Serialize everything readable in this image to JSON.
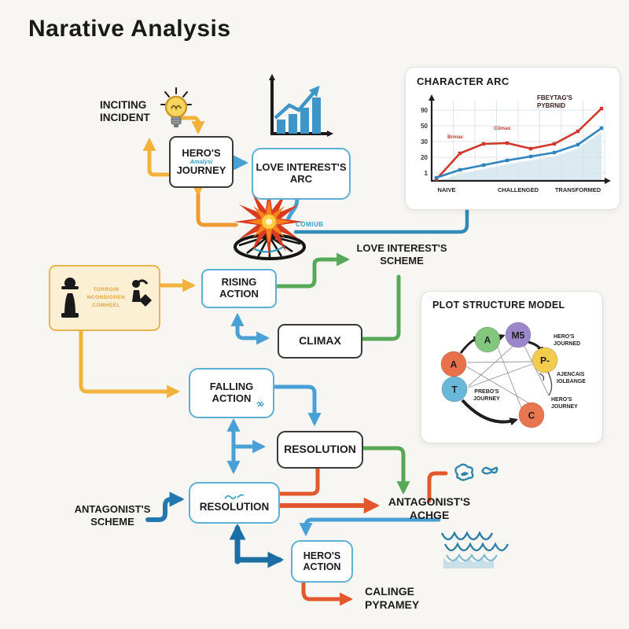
{
  "title": "Narative Analysis",
  "flow": {
    "inciting_incident": "INCITING\nINCIDENT",
    "hero_journey": {
      "top": "HERO'S",
      "scribble": "Amalysi",
      "bottom": "JOURNEY"
    },
    "love_interest_arc": "LOVE INTEREST'S\nARC",
    "rising_action": "RISING\nACTION",
    "climax": "CLIMAX",
    "love_interest_scheme": "LOVE INTEREST'S\nSCHEME",
    "falling_action": "FALLING\nACTION",
    "resolution_upper": "RESOLUTION",
    "resolution_lower": "RESOLUTION",
    "antagonist_scheme": "ANTAGONIST'S\nSCHEME",
    "antagonist_achge": "ANTAGONIST'S\nACHGE",
    "heros_action": "HERO'S\nACTION",
    "calinge_pyramey": "CALINGE\nPYRAMEY",
    "coming_label": "COMIUB",
    "strategy_box_lines": {
      "l1": "TORROIN",
      "l2": "NCONDIGREN",
      "l3": "COMHEEL"
    }
  },
  "panels": {
    "character_arc": {
      "title": "CHARACTER ARC",
      "legend": "FBEYTAG'S\nPYBRNID",
      "annotation_1": "Brmac",
      "annotation_2": "Climax"
    },
    "plot_structure": {
      "title": "PLOT STRUCTURE MODEL",
      "nodes": [
        {
          "label": "A",
          "color": "#82c77d"
        },
        {
          "label": "M5",
          "color": "#9b87c9"
        },
        {
          "label": "A",
          "color": "#e8714b"
        },
        {
          "label": "P-",
          "color": "#f3cc4e"
        },
        {
          "label": "T",
          "color": "#69b8da"
        },
        {
          "label": "C",
          "color": "#e8764f"
        }
      ],
      "label_1": "HERO'S\nJOURNED",
      "label_2": "AJENCAIS\nIOLBANGE",
      "label_3": "HERO'S\nJOURNEY",
      "center_label": "PREBO'S\nJOURNEY"
    }
  },
  "chart_data": {
    "type": "line",
    "title": "CHARACTER ARC",
    "x_ticks": [
      "NAIVE",
      "CHALLENGED",
      "TRANSFORMED"
    ],
    "y_ticks": [
      "90",
      "50",
      "30",
      "20",
      "1"
    ],
    "ylim": [
      0,
      100
    ],
    "grid": true,
    "legend_position": "top-right",
    "series": [
      {
        "name": "FBEYTAG'S PYBRNID",
        "color": "#d0382a",
        "values": [
          2,
          35,
          47,
          48,
          41,
          47,
          63,
          92
        ]
      },
      {
        "name": "",
        "color": "#2e86c1",
        "values": [
          4,
          14,
          20,
          26,
          31,
          36,
          46,
          67
        ]
      }
    ]
  },
  "colors": {
    "yellow": "#f2b33c",
    "orange": "#e2582c",
    "blue": "#49a0d5",
    "dark_blue": "#1c6fa4",
    "mid_blue": "#2279b0",
    "green": "#57a957",
    "teal_line": "#2e8bb5",
    "box_black": "#3a3a3a",
    "box_blue": "#5fb0d5"
  }
}
